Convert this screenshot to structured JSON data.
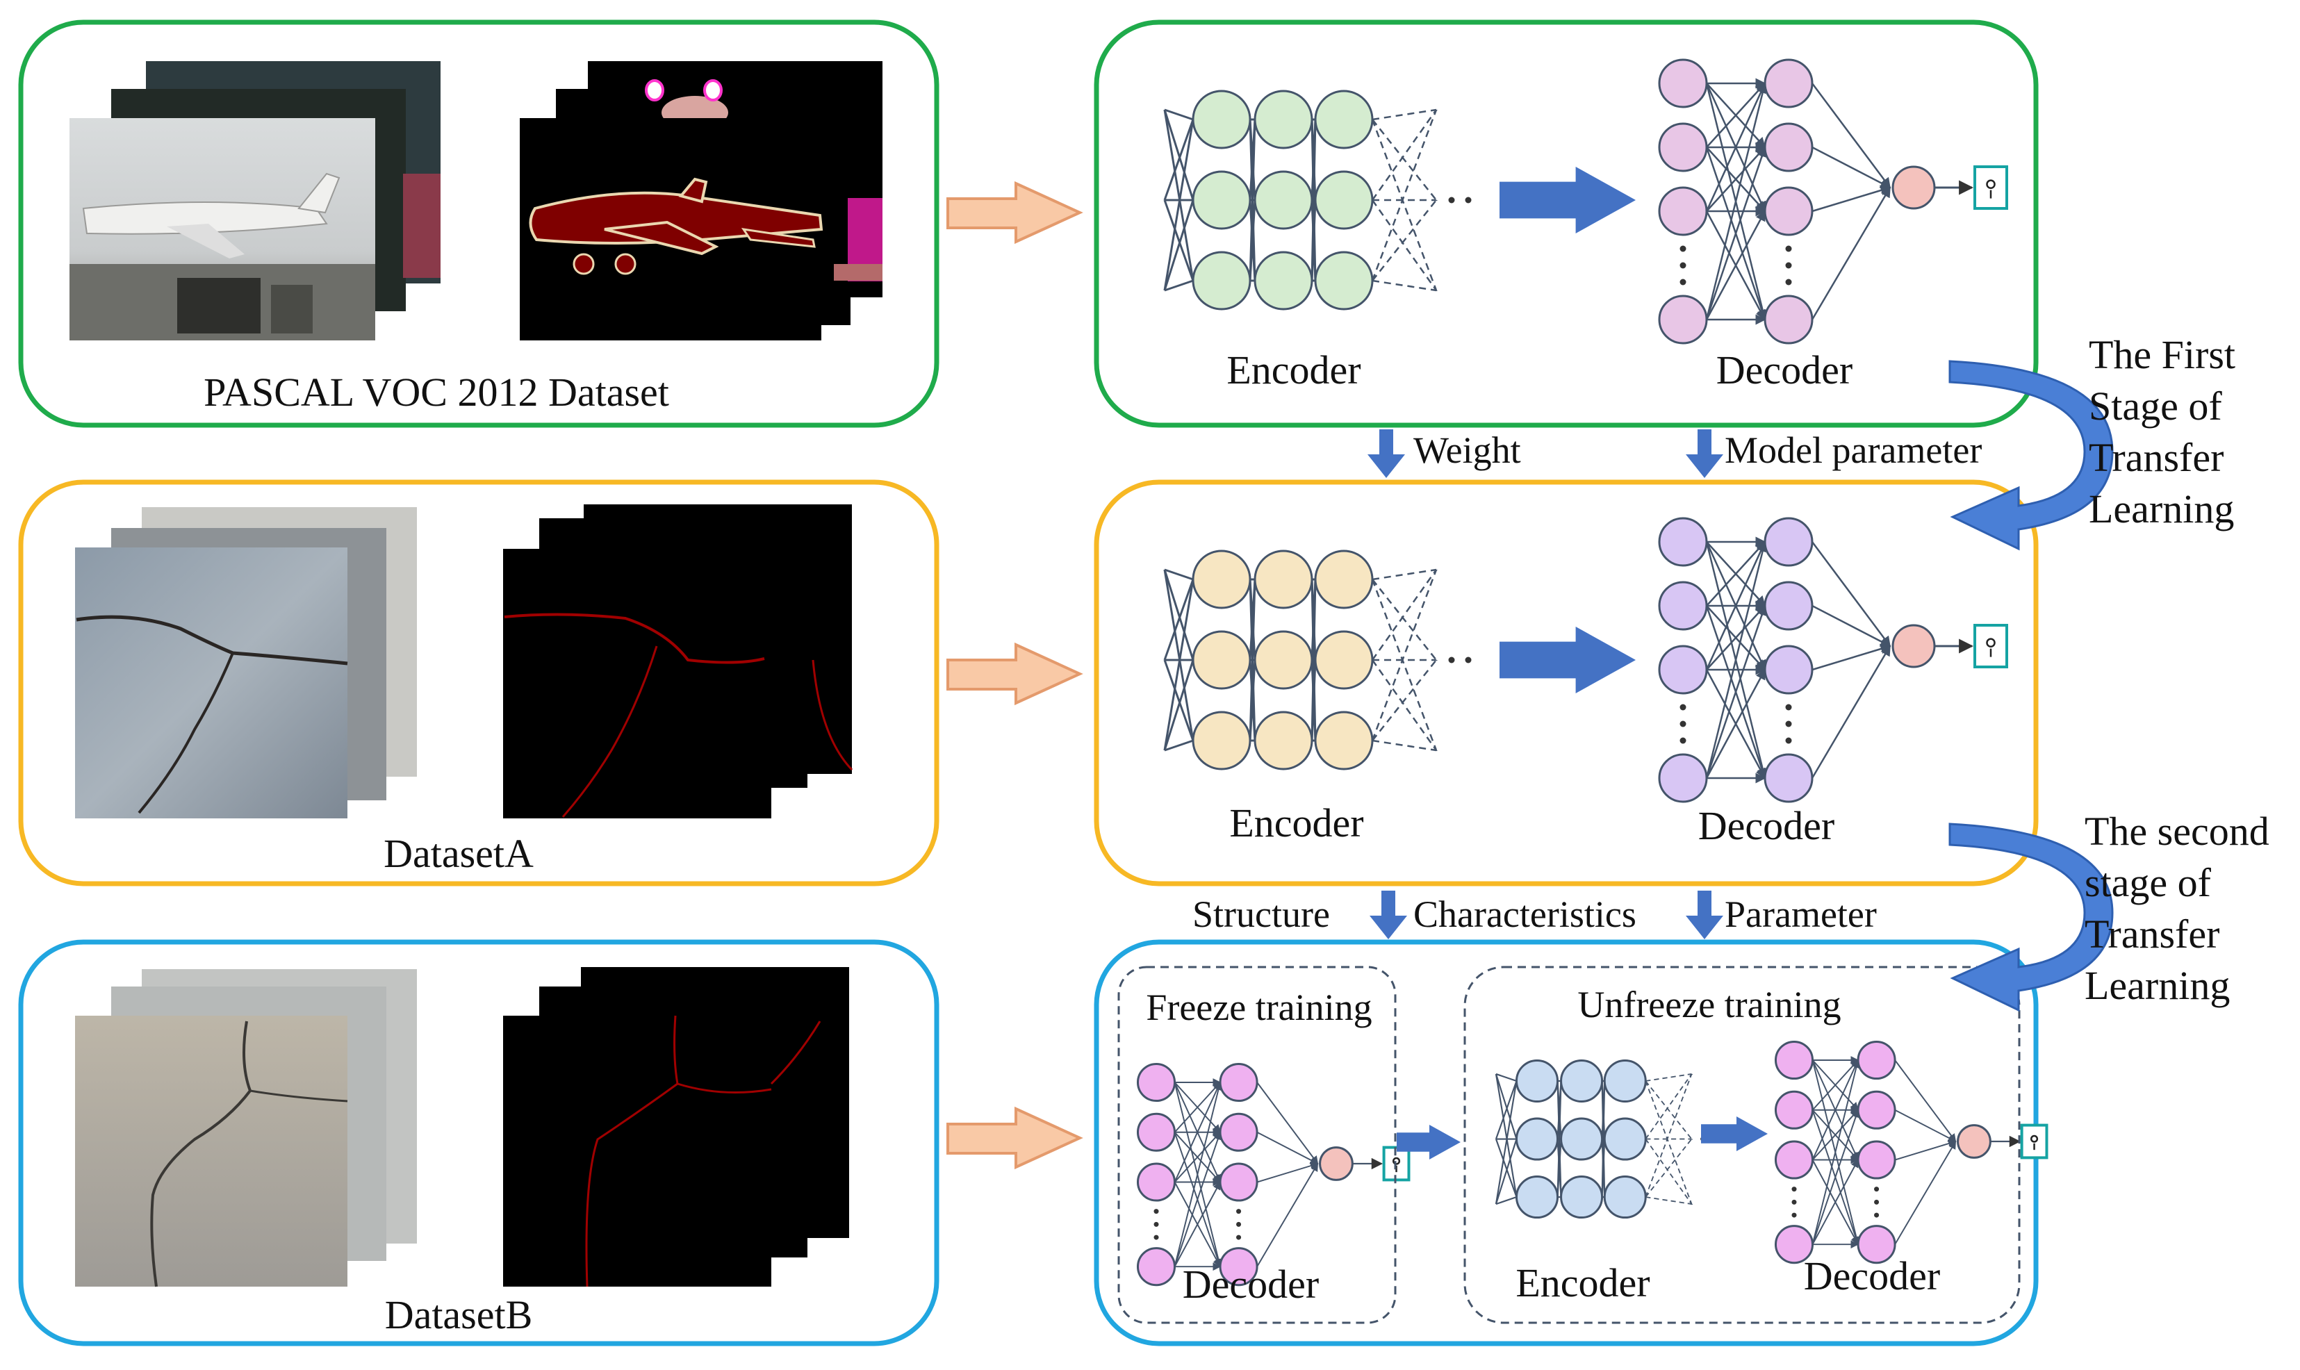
{
  "colors": {
    "stage1_border": "#1fab4b",
    "stage2_border": "#f7b824",
    "stage3_border": "#21a6e0",
    "input_arrow_fill": "#f9c9a6",
    "input_arrow_stroke": "#e49a6c",
    "blue_arrow": "#4472c4",
    "curve_arrow": "#4a7fd6",
    "encoder_green": "#d5ecd0",
    "encoder_tan": "#f7e6c2",
    "encoder_blue": "#c9dcf2",
    "decoder_pink": "#e8c6e6",
    "decoder_lavender": "#d8c6f4",
    "decoder_magenta": "#efb1f0",
    "output_node": "#f4c2bd",
    "mask_bg": "#000000",
    "plane_mask": "#7f0000",
    "crack_mask": "#a00000"
  },
  "rows": [
    {
      "dataset_label": "PASCAL VOC 2012 Dataset",
      "encoder_label": "Encoder",
      "decoder_label": "Decoder"
    },
    {
      "dataset_label": "DatasetA",
      "encoder_label": "Encoder",
      "decoder_label": "Decoder"
    },
    {
      "dataset_label": "DatasetB",
      "freeze_label": "Freeze training",
      "unfreeze_label": "Unfreeze training",
      "freeze_decoder_label": "Decoder",
      "encoder_label": "Encoder",
      "decoder_label": "Decoder"
    }
  ],
  "transfers": {
    "first": [
      "Weight",
      "Model parameter"
    ],
    "second": [
      "Structure",
      "Characteristics",
      "Parameter"
    ]
  },
  "stage_labels": {
    "first": [
      "The First",
      "Stage of",
      "Transfer",
      "Learning"
    ],
    "second": [
      "The second",
      "stage of",
      "Transfer",
      "Learning"
    ]
  },
  "icons": [
    "output-bulb-icon",
    "input-arrow-icon",
    "transfer-arrow-icon",
    "curved-stage-arrow-icon"
  ]
}
